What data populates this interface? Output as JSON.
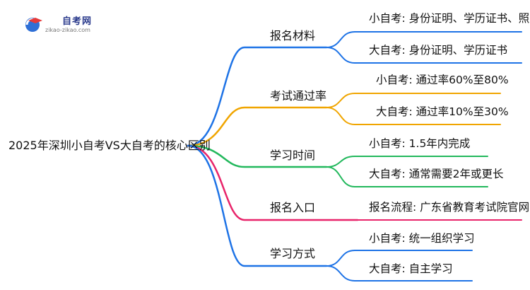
{
  "logo": {
    "name": "自考网",
    "url": "zikao-zikao.com",
    "icon": "graduation-cap-icon"
  },
  "root": "2025年深圳小自考VS大自考的核心区别",
  "branches": [
    {
      "label": "报名材料",
      "color": "#1e73e6",
      "leaves": [
        "小自考: 身份证明、学历证书、照片",
        "大自考: 身份证明、学历证书"
      ]
    },
    {
      "label": "考试通过率",
      "color": "#f0a500",
      "leaves": [
        "小自考: 通过率60%至80%",
        "大自考: 通过率10%至30%"
      ]
    },
    {
      "label": "学习时间",
      "color": "#22b85c",
      "leaves": [
        "小自考: 1.5年内完成",
        "大自考: 通常需要2年或更长"
      ]
    },
    {
      "label": "报名入口",
      "color": "#e8246a",
      "leaves": [
        "报名流程: 广东省教育考试院官网"
      ]
    },
    {
      "label": "学习方式",
      "color": "#1e73e6",
      "leaves": [
        "小自考: 统一组织学习",
        "大自考: 自主学习"
      ]
    }
  ]
}
